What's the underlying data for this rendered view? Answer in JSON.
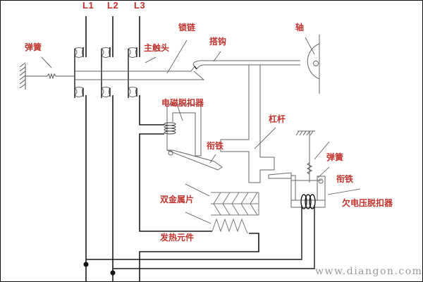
{
  "diagram": {
    "title": "Circuit breaker internal structure schematic",
    "phases": [
      "L1",
      "L2",
      "L3"
    ],
    "labels": {
      "left_spring": "弹簧",
      "main_contact": "主触头",
      "lock_chain": "锁链",
      "hook": "搭钩",
      "shaft": "轴",
      "electromagnetic_release": "电磁脱扣器",
      "armature_upper": "衔铁",
      "lever": "杠杆",
      "right_spring": "弹簧",
      "armature_right": "衔铁",
      "undervoltage_release": "欠电压脱扣器",
      "bimetal_strip": "双金属片",
      "heating_element": "发热元件"
    },
    "watermark": "www.diangon.com",
    "colors": {
      "label": "#c0342e",
      "wire": "#1a1a1a",
      "mechanism": "#777777",
      "watermark": "#9a9a9a"
    }
  }
}
